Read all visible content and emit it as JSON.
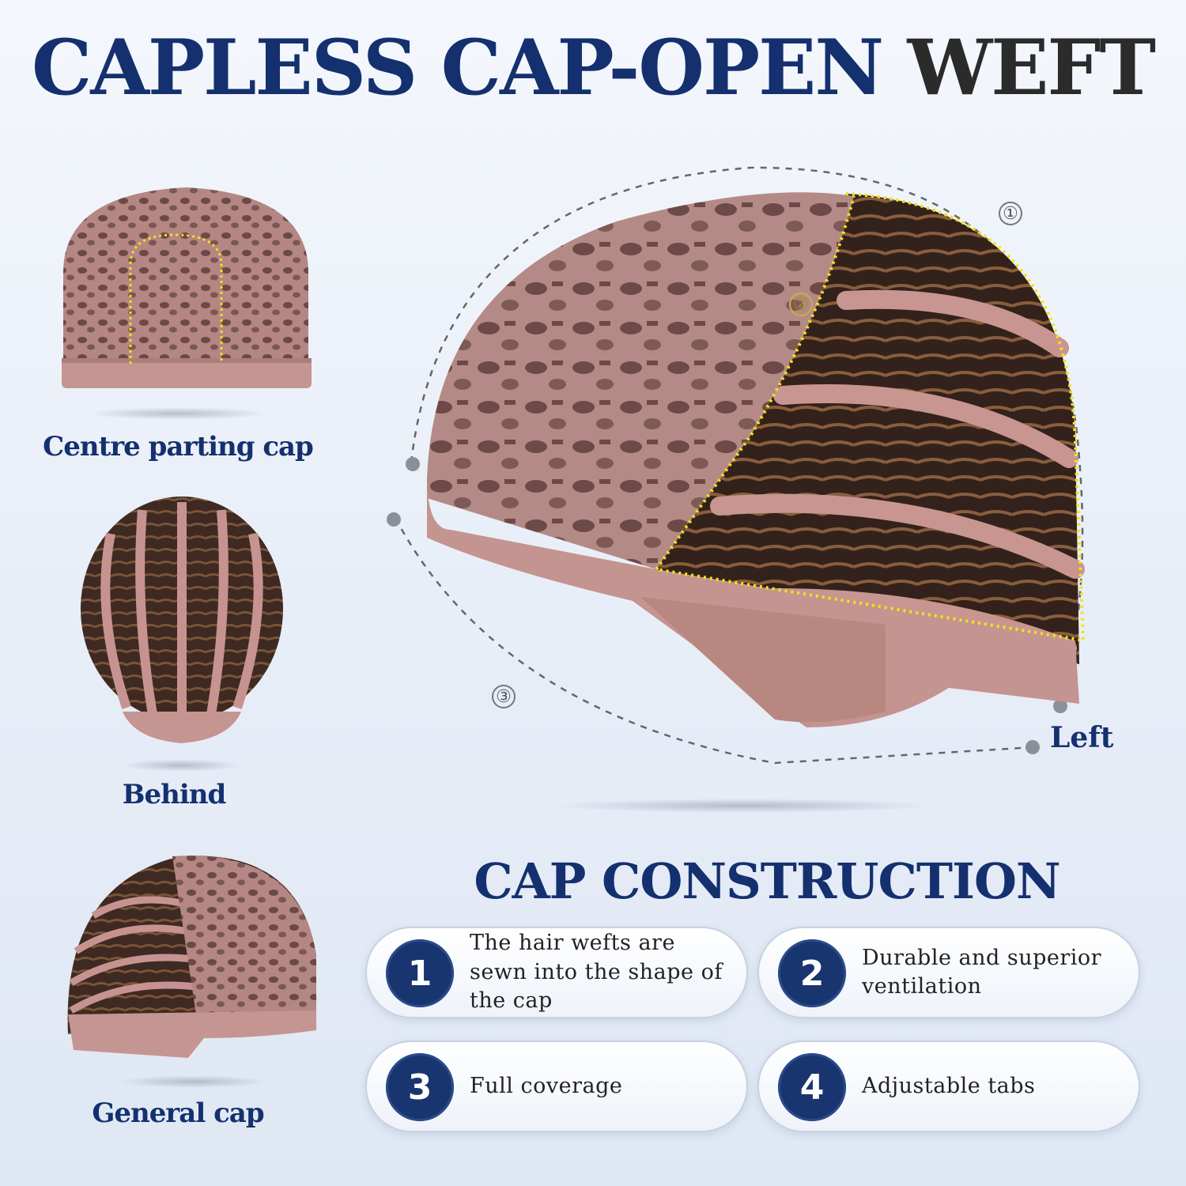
{
  "header": {
    "title_blue": "CAPLESS CAP-OPEN",
    "title_dark": "WEFT"
  },
  "views": [
    {
      "label": "Centre parting cap"
    },
    {
      "label": "Behind"
    },
    {
      "label": "General cap"
    }
  ],
  "main_view": {
    "label": "Left",
    "callouts": [
      "①",
      "②",
      "③"
    ]
  },
  "construction": {
    "title": "CAP CONSTRUCTION",
    "features": [
      {
        "num": "1",
        "text": "The hair wefts are sewn into the shape of the cap"
      },
      {
        "num": "2",
        "text": "Durable and superior ventilation"
      },
      {
        "num": "3",
        "text": "Full coverage"
      },
      {
        "num": "4",
        "text": "Adjustable tabs"
      }
    ]
  },
  "colors": {
    "navy": "#14306e",
    "lace": "#b88a86",
    "hair": "#4a3226",
    "highlight": "#f2e21a"
  }
}
